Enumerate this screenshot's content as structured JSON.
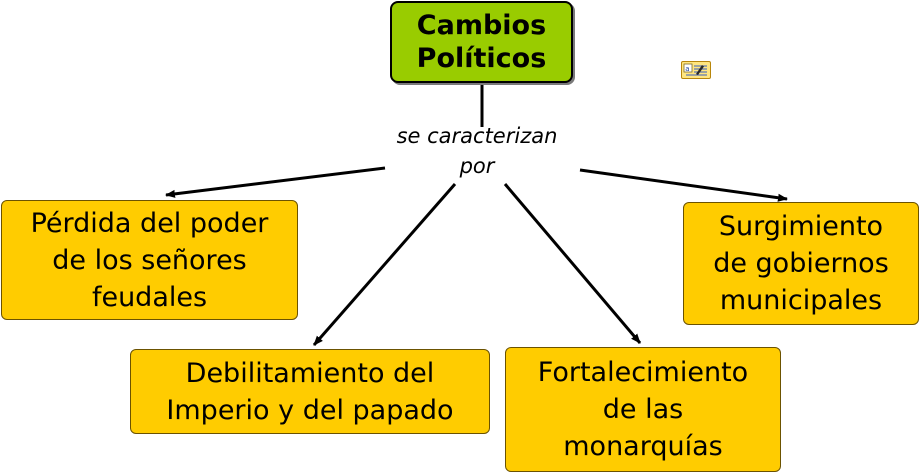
{
  "diagram": {
    "root": {
      "label": "Cambios\nPolíticos"
    },
    "linking_phrase": "se caracterizan\npor",
    "nodes": [
      {
        "id": "feudal",
        "label": "Pérdida del poder\nde los señores\nfeudales"
      },
      {
        "id": "imperio",
        "label": "Debilitamiento del\nImperio y del papado"
      },
      {
        "id": "monarquias",
        "label": "Fortalecimiento\nde las\nmonarquías"
      },
      {
        "id": "municipales",
        "label": "Surgimiento\nde gobiernos\nmunicipales"
      }
    ],
    "edges": [
      {
        "from": "root",
        "to": "linking_phrase"
      },
      {
        "from": "linking_phrase",
        "to": "feudal"
      },
      {
        "from": "linking_phrase",
        "to": "imperio"
      },
      {
        "from": "linking_phrase",
        "to": "monarquias"
      },
      {
        "from": "linking_phrase",
        "to": "municipales"
      }
    ],
    "colors": {
      "root_fill": "#99cc00",
      "node_fill": "#ffcc00",
      "edge": "#000000"
    },
    "icons": {
      "annotation": "note-icon"
    }
  }
}
